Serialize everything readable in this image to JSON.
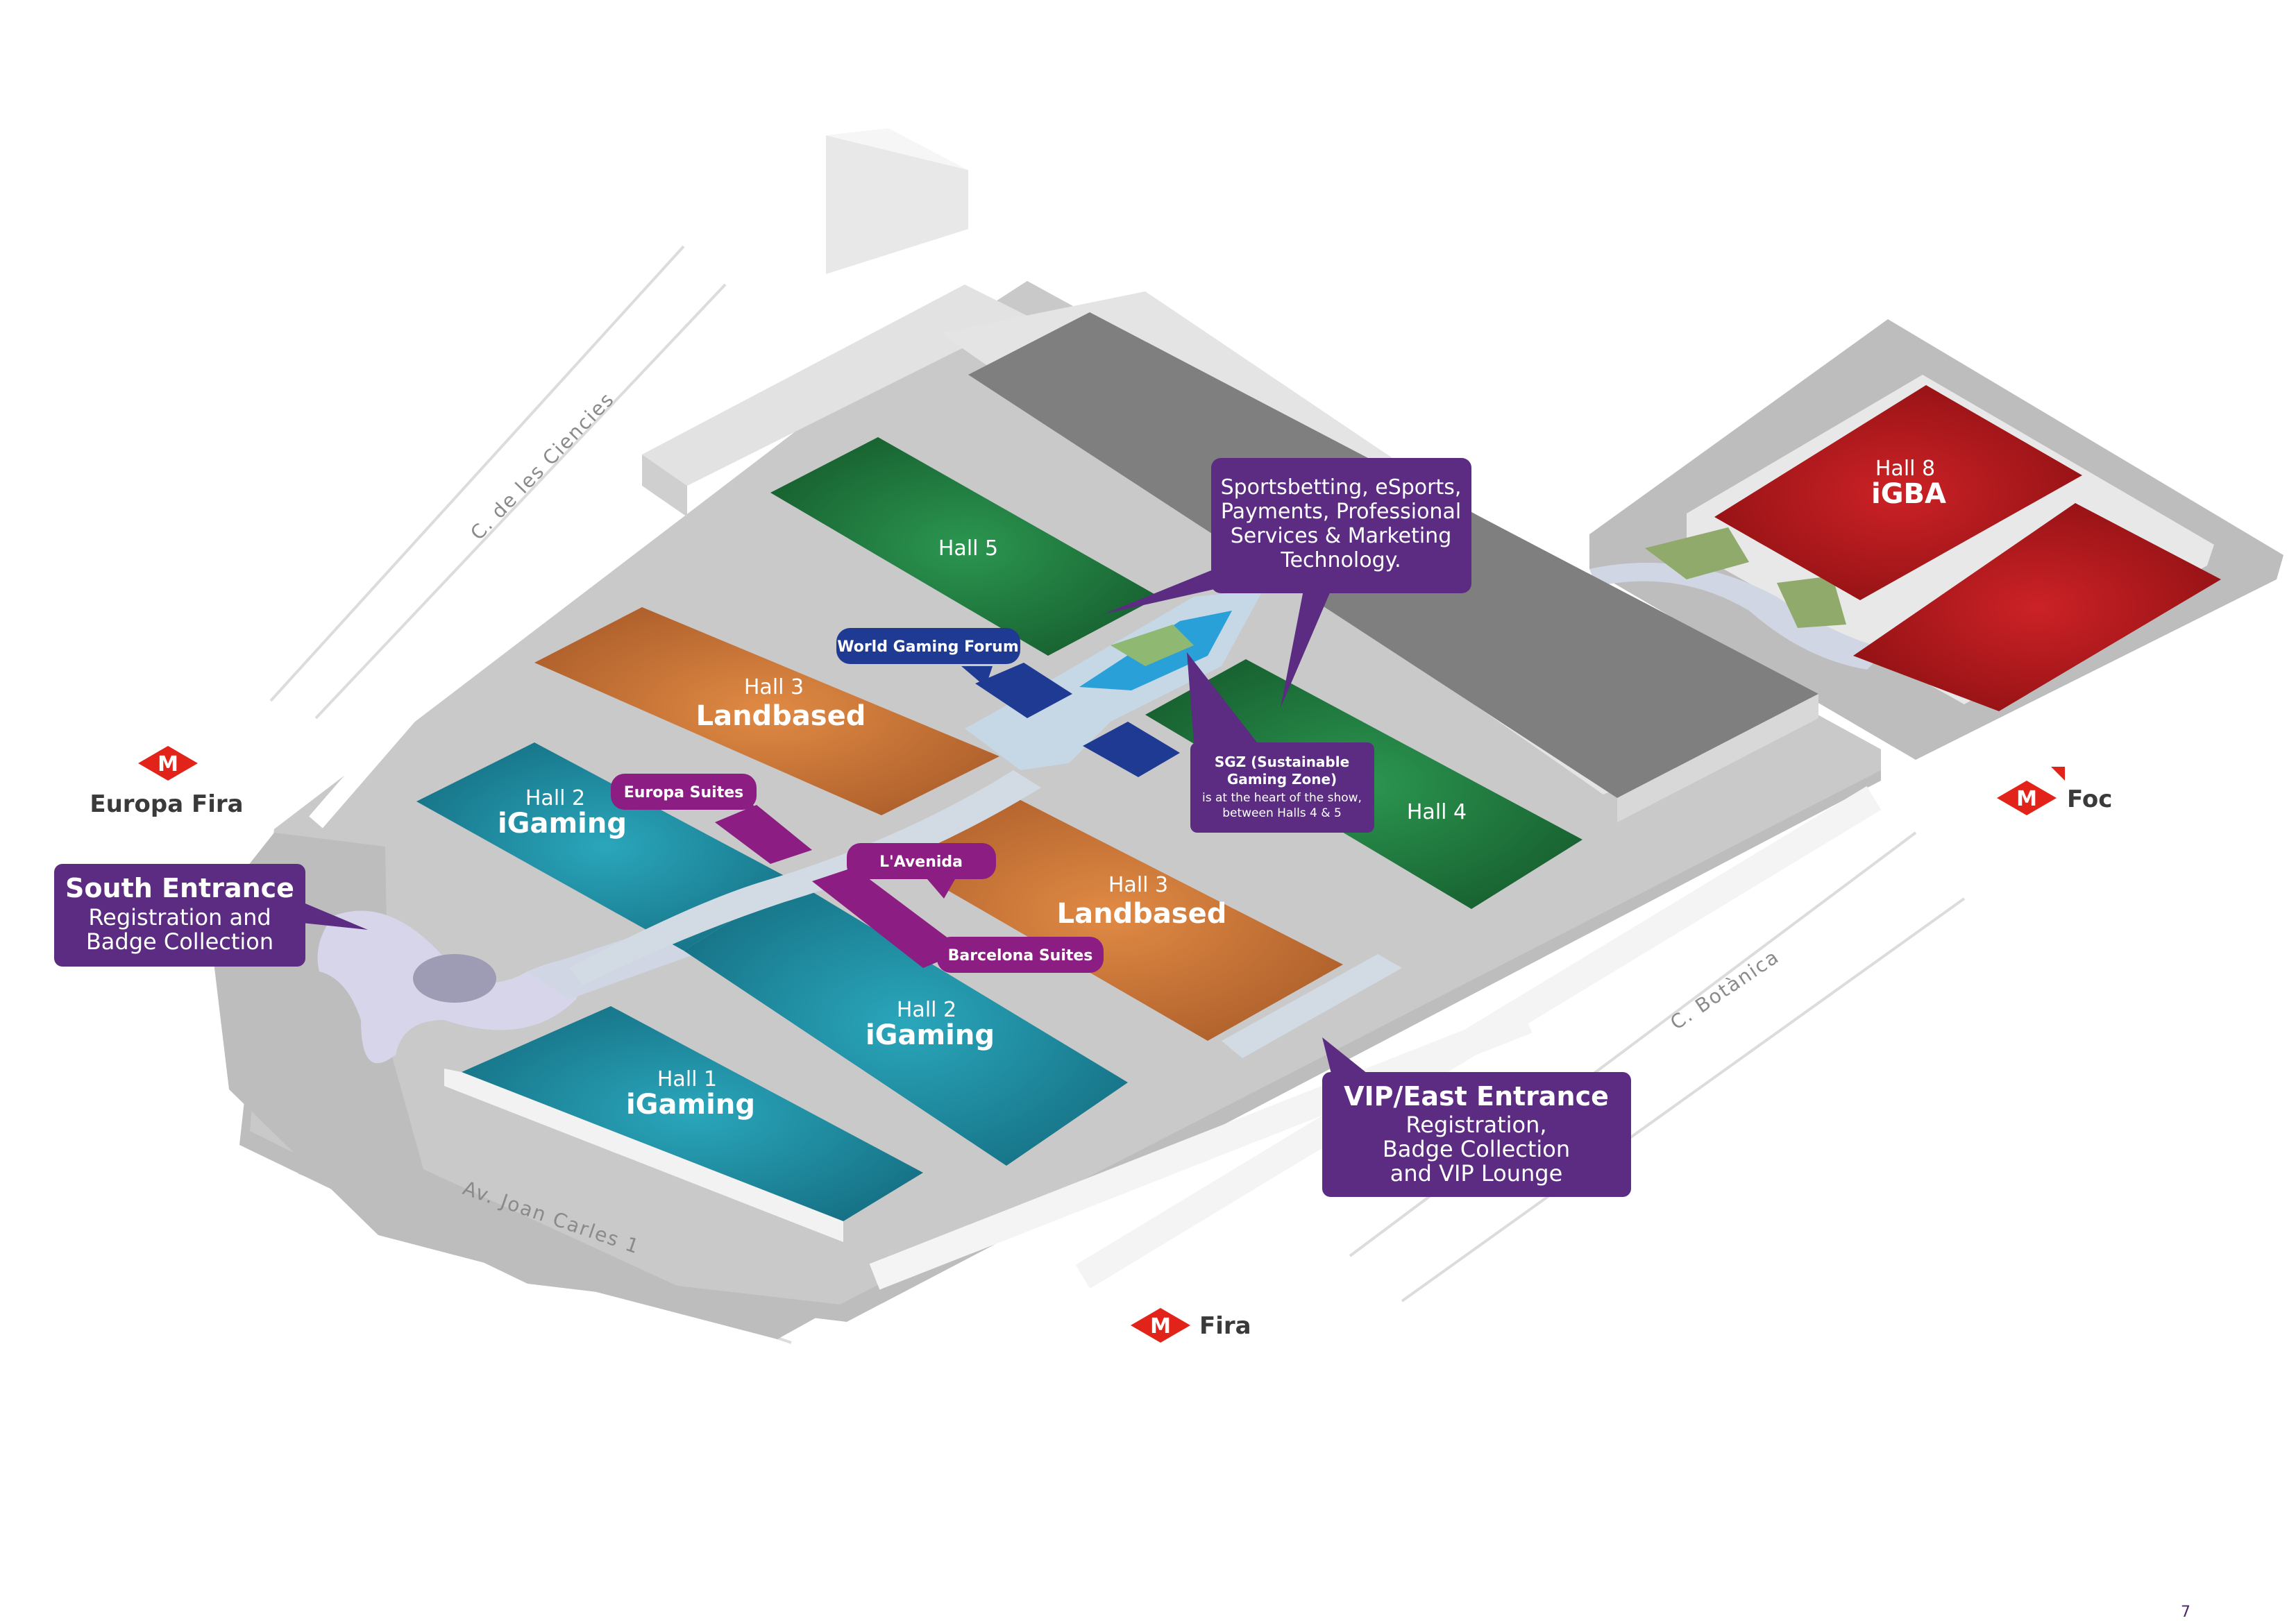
{
  "colors": {
    "purple": "#5b2c82",
    "magenta": "#8c1d82",
    "navy": "#1f3a93",
    "green": "#1f7a3e",
    "orange": "#c8763a",
    "teal": "#1f8ea3",
    "red": "#b4171b",
    "grey_hall": "#808080",
    "metro_red": "#e2231a"
  },
  "halls": {
    "hall5": {
      "num": "Hall 5"
    },
    "hall4": {
      "num": "Hall 4"
    },
    "hall3a": {
      "num": "Hall 3",
      "name": "Landbased"
    },
    "hall3b": {
      "num": "Hall 3",
      "name": "Landbased"
    },
    "hall2a": {
      "num": "Hall 2",
      "name": "iGaming"
    },
    "hall2b": {
      "num": "Hall 2",
      "name": "iGaming"
    },
    "hall1": {
      "num": "Hall 1",
      "name": "iGaming"
    },
    "hall8": {
      "num": "Hall 8",
      "name": "iGBA"
    }
  },
  "callouts": {
    "sportsbetting": [
      "Sportsbetting, eSports,",
      "Payments, Professional",
      "Services & Marketing",
      "Technology."
    ],
    "south": {
      "title": "South Entrance",
      "lines": [
        "Registration and",
        "Badge Collection"
      ]
    },
    "vip": {
      "title": "VIP/East Entrance",
      "lines": [
        "Registration,",
        "Badge Collection",
        "and VIP Lounge"
      ]
    },
    "sgz": {
      "title": [
        "SGZ (Sustainable",
        "Gaming Zone)"
      ],
      "lines": [
        "is at the heart of the show,",
        "between Halls 4 & 5"
      ]
    }
  },
  "pills": {
    "wgf": "World Gaming Forum",
    "europa_suites": "Europa Suites",
    "lavenida": "L'Avenida",
    "barcelona_suites": "Barcelona Suites"
  },
  "metro": {
    "symbol": "M",
    "europa_fira": "Europa Fira",
    "foc": "Foc",
    "fira": "Fira"
  },
  "streets": {
    "ciencies": "C. de les Ciencies",
    "botanica": "C. Botànica",
    "joan_carles": "Av. Joan Carles 1"
  },
  "page": {
    "number": "7"
  }
}
